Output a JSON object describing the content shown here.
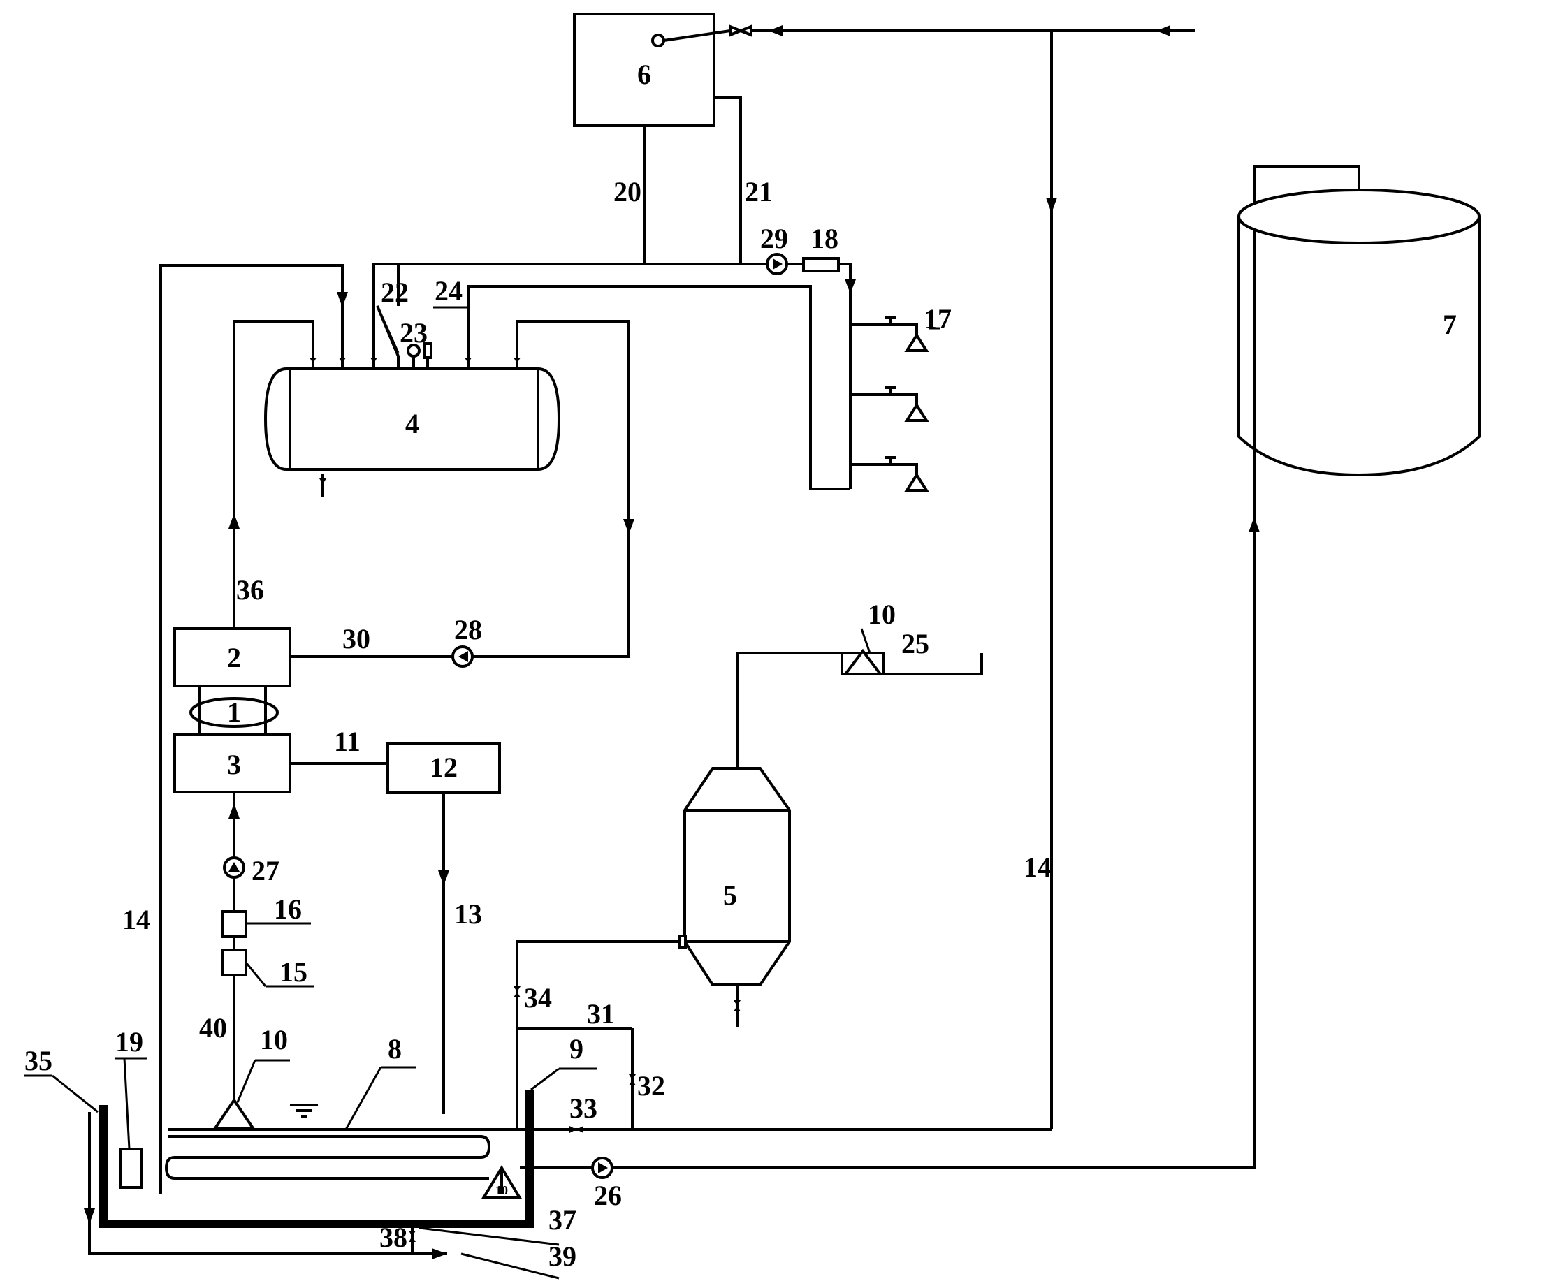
{
  "labels": {
    "l1": "1",
    "l2": "2",
    "l3": "3",
    "l4": "4",
    "l5": "5",
    "l6": "6",
    "l7": "7",
    "l8": "8",
    "l9": "9",
    "l10a": "10",
    "l10b": "10",
    "l10c": "10",
    "l11": "11",
    "l12": "12",
    "l13": "13",
    "l14a": "14",
    "l14b": "14",
    "l15": "15",
    "l16": "16",
    "l17": "17",
    "l18": "18",
    "l19": "19",
    "l20": "20",
    "l21": "21",
    "l22": "22",
    "l23": "23",
    "l24": "24",
    "l25": "25",
    "l26": "26",
    "l27": "27",
    "l28": "28",
    "l29": "29",
    "l30": "30",
    "l31": "31",
    "l32": "32",
    "l33": "33",
    "l34": "34",
    "l35": "35",
    "l36": "36",
    "l37": "37",
    "l38": "38",
    "l39": "39",
    "l40": "40"
  }
}
